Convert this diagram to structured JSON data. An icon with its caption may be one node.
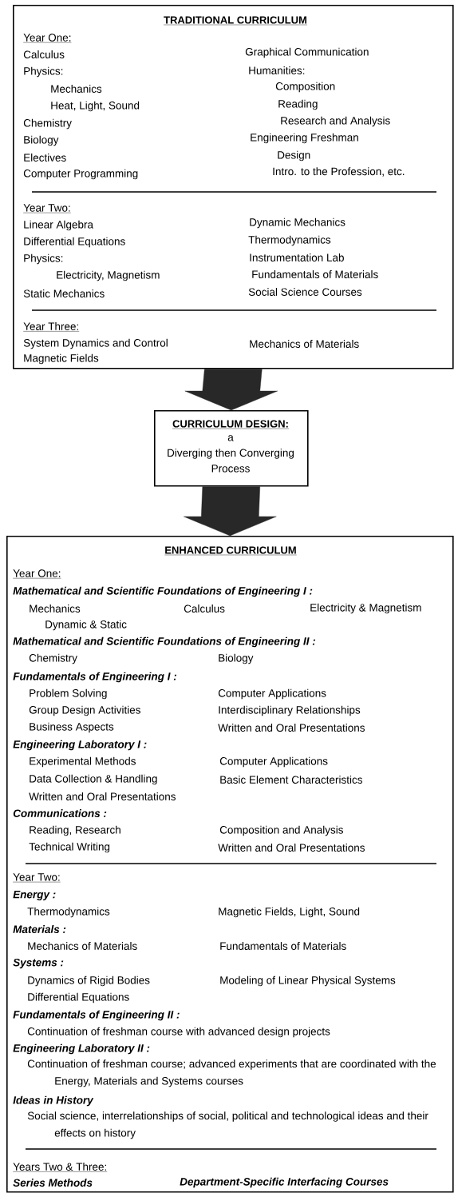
{
  "diagram": {
    "nodes": [
      {
        "text": [
          "TRADITIONAL CURRICULUM",
          "Year One:",
          "Calculus",
          "Physics:",
          "Mechanics",
          "Heat, Light, Sound",
          "Chemistry",
          "Biology",
          "Electives",
          "Computer Programming",
          "Graphical Communication",
          "Humanities:",
          "Composition",
          "Reading",
          "Research and Analysis",
          "Engineering Freshman",
          "Design",
          "Intro. to the Profession, etc.",
          "Year Two:",
          "Linear Algebra",
          "Differential Equations",
          "Physics:",
          "Electricity, Magnetism",
          "Static Mechanics",
          "Dynamic Mechanics",
          "Thermodynamics",
          "Instrumentation Lab",
          "Fundamentals of Materials",
          "Social Science Courses",
          "Year Three:",
          "System Dynamics and Control",
          "Magnetic Fields",
          "Mechanics of Materials"
        ]
      },
      {
        "text": [
          "CURRICULUM DESIGN:",
          "a Diverging then Converging Process"
        ]
      },
      {
        "text": [
          "ENHANCED CURRICULUM",
          "Year One:",
          "Mathematical and Scientific Foundations of Engineering I :",
          "Mechanics",
          "Calculus",
          "Electricity & Magnetism",
          "Dynamic & Static",
          "Mathematical and Scientific Foundations of Engineering II :",
          "Chemistry",
          "Biology",
          "Fundamentals of Engineering I :",
          "Problem Solving",
          "Computer Applications",
          "Group Design Activities",
          "Interdisciplinary Relationships",
          "Business Aspects",
          "Written and Oral Presentations",
          "Engineering Laboratory I :",
          "Experimental Methods",
          "Computer Applications",
          "Data Collection & Handling",
          "Basic Element Characteristics",
          "Written and Oral Presentations",
          "Communications :",
          "Reading, Research",
          "Composition and Analysis",
          "Technical Writing",
          "Written and Oral Presentations",
          "Year Two:",
          "Energy :",
          "Thermodynamics",
          "Magnetic Fields, Light, Sound",
          "Materials :",
          "Mechanics of Materials",
          "Fundamentals of Materials",
          "Systems :",
          "Dynamics of Rigid Bodies",
          "Modeling of Linear Physical Systems",
          "Differential Equations",
          "Fundamentals of Engineering II :",
          "Continuation of freshman course with advanced design projects",
          "Engineering Laboratory II :",
          "Continuation of freshman course; advanced experiments that are coordinated with the Energy, Materials and Systems courses",
          "Ideas in History",
          "Social science, interrelationships of social, political and technological ideas and their effects on history",
          "Years Two & Three:",
          "Series Methods",
          "Department-Specific Interfacing Courses"
        ]
      }
    ],
    "edges": [
      {
        "from": 0,
        "to": 1,
        "arrow": "to"
      },
      {
        "from": 1,
        "to": 2,
        "arrow": "to"
      }
    ]
  }
}
